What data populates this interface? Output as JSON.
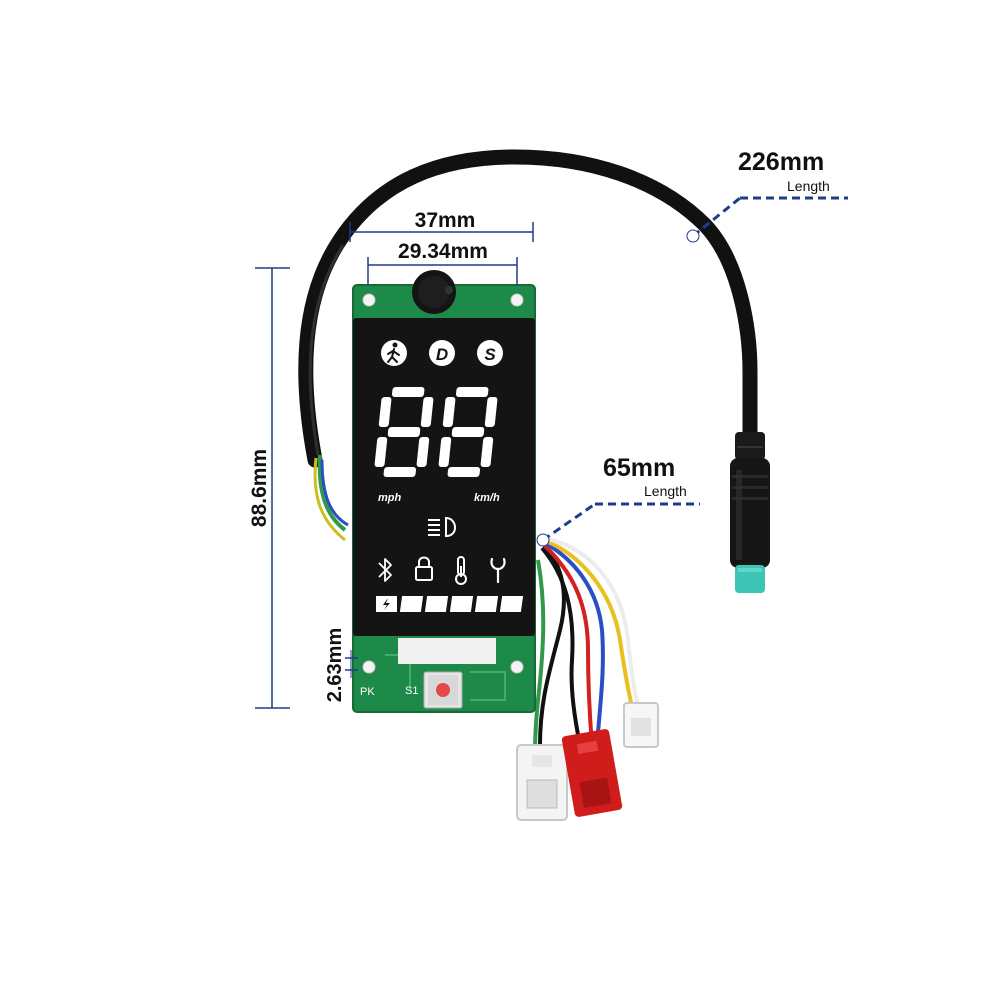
{
  "dimensions": {
    "cable_length": "226mm",
    "cable_length_caption": "Length",
    "wire_length": "65mm",
    "wire_length_caption": "Length",
    "board_width": "37mm",
    "lcd_width": "29.34mm",
    "board_height": "88.6mm",
    "button_offset": "2.63mm"
  },
  "display": {
    "mode_buttons": [
      "D",
      "S"
    ],
    "speed_digits": "88",
    "unit_left": "mph",
    "unit_right": "km/h",
    "battery_segments": 5
  },
  "board": {
    "silkscreen_pk": "PK",
    "silkscreen_s1": "S1"
  },
  "colors": {
    "pcb": "#1e8a4a",
    "lcd": "#141414",
    "connector_tip": "#3cc4b4",
    "dimension_line": "#1f3c8c"
  }
}
